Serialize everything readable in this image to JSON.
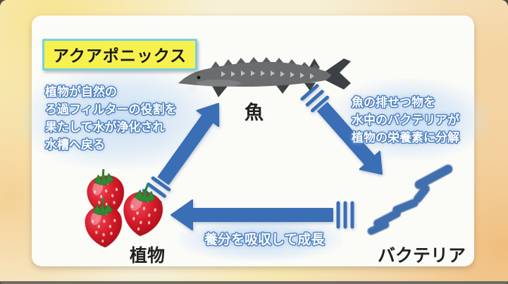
{
  "title": "アクアポニックス",
  "labels": {
    "fish": "魚",
    "plant": "植物",
    "bacteria": "バクテリア"
  },
  "notes": {
    "water_purification": {
      "lines": [
        "植物が自然の",
        "ろ過フィルターの役割を",
        "果たして水が浄化され",
        "水槽へ戻る"
      ]
    },
    "waste_decomposition": {
      "lines": [
        "魚の排せつ物を",
        "水中のバクテリアが",
        "植物の栄養素に分解"
      ]
    },
    "nutrient_absorption": {
      "lines": [
        "養分を吸収して成長"
      ]
    }
  },
  "colors": {
    "arrow_blue": "#3a6eb5",
    "note_outline_blue": "#4d80c2",
    "note_glow_blue": "#cadff5",
    "title_bg_yellow": "#f7f14e",
    "title_border_cyan": "#77d0e5",
    "card_white": "#fbfbf8",
    "background_cream": "#f6eed4",
    "strawberry_red": "#d41a28",
    "bacteria_blue": "#3868aa",
    "fish_grey": "#6a6c6e"
  }
}
